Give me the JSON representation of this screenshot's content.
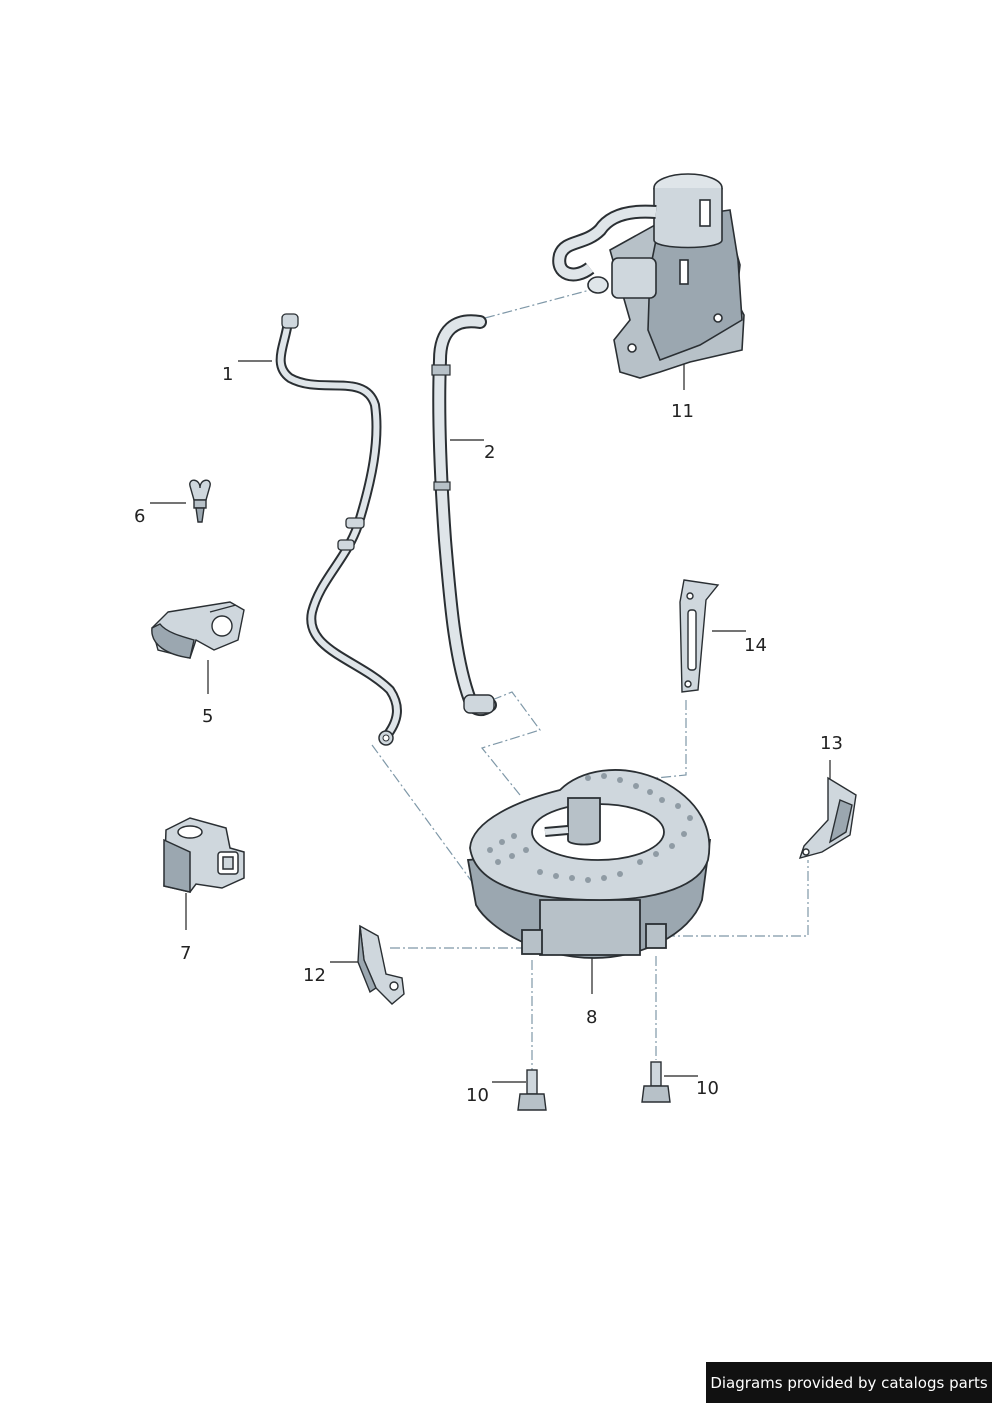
{
  "diagram": {
    "callouts": [
      {
        "id": "c1",
        "number": "1"
      },
      {
        "id": "c2",
        "number": "2"
      },
      {
        "id": "c5",
        "number": "5"
      },
      {
        "id": "c6",
        "number": "6"
      },
      {
        "id": "c7",
        "number": "7"
      },
      {
        "id": "c8",
        "number": "8"
      },
      {
        "id": "c10a",
        "number": "10"
      },
      {
        "id": "c10b",
        "number": "10"
      },
      {
        "id": "c11",
        "number": "11"
      },
      {
        "id": "c12",
        "number": "12"
      },
      {
        "id": "c13",
        "number": "13"
      },
      {
        "id": "c14",
        "number": "14"
      }
    ]
  },
  "footer": {
    "text": "Diagrams provided by catalogs parts"
  },
  "colors": {
    "part_fill": "#cfd7dd",
    "part_shade": "#9ba7b0",
    "outline": "#2a2f33",
    "dash_line": "#7f98a8"
  }
}
